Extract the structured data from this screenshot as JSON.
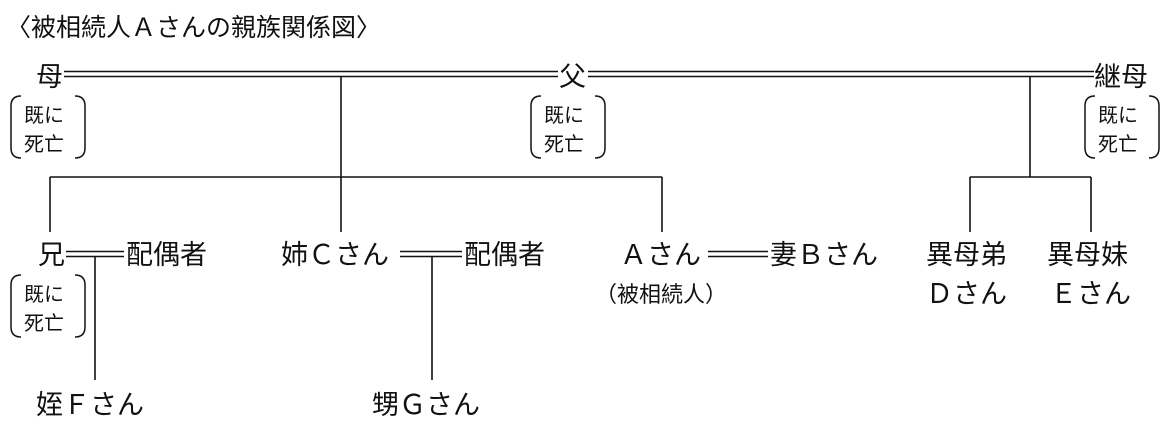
{
  "title": "〈被相続人Ａさんの親族関係図〉",
  "status_text": {
    "line1": "既に",
    "line2": "死亡"
  },
  "people": {
    "mother": "母",
    "father": "父",
    "stepmother": "継母",
    "elder_brother": "兄",
    "brother_spouse": "配偶者",
    "sister_c": "姉Ｃさん",
    "sister_spouse": "配偶者",
    "a": "Ａさん",
    "a_role": "（被相続人）",
    "wife_b": "妻Ｂさん",
    "half_brother_line1": "異母弟",
    "half_brother_line2": "Ｄさん",
    "half_sister_line1": "異母妹",
    "half_sister_line2": "Ｅさん",
    "niece_f": "姪Ｆさん",
    "nephew_g": "甥Ｇさん"
  }
}
